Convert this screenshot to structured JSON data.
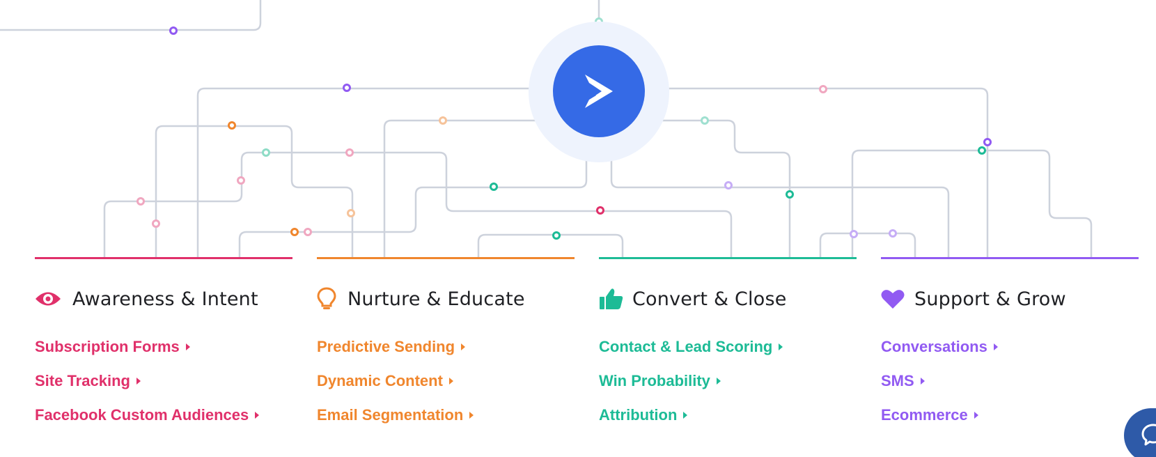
{
  "colors": {
    "line": "#cdd2dc",
    "hub": "#356ae6",
    "hub_halo": "#eef3fd",
    "pink": "#e0306a",
    "orange": "#f0862d",
    "teal": "#1dbb96",
    "purple": "#915af2",
    "chat": "#2e5aa8"
  },
  "hub": {
    "icon": "activecampaign-chevron-logo"
  },
  "columns": [
    {
      "key": "awareness",
      "title": "Awareness & Intent",
      "icon": "eye-icon",
      "color": "#e0306a",
      "links": [
        "Subscription Forms",
        "Site Tracking",
        "Facebook Custom Audiences"
      ]
    },
    {
      "key": "nurture",
      "title": "Nurture & Educate",
      "icon": "lightbulb-icon",
      "color": "#f0862d",
      "links": [
        "Predictive Sending",
        "Dynamic Content",
        "Email Segmentation"
      ]
    },
    {
      "key": "convert",
      "title": "Convert & Close",
      "icon": "thumbs-up-icon",
      "color": "#1dbb96",
      "links": [
        "Contact & Lead Scoring",
        "Win Probability",
        "Attribution"
      ]
    },
    {
      "key": "support",
      "title": "Support & Grow",
      "icon": "heart-icon",
      "color": "#915af2",
      "links": [
        "Conversations",
        "SMS",
        "Ecommerce"
      ]
    }
  ],
  "chat": {
    "icon": "chat-bubble-icon"
  }
}
